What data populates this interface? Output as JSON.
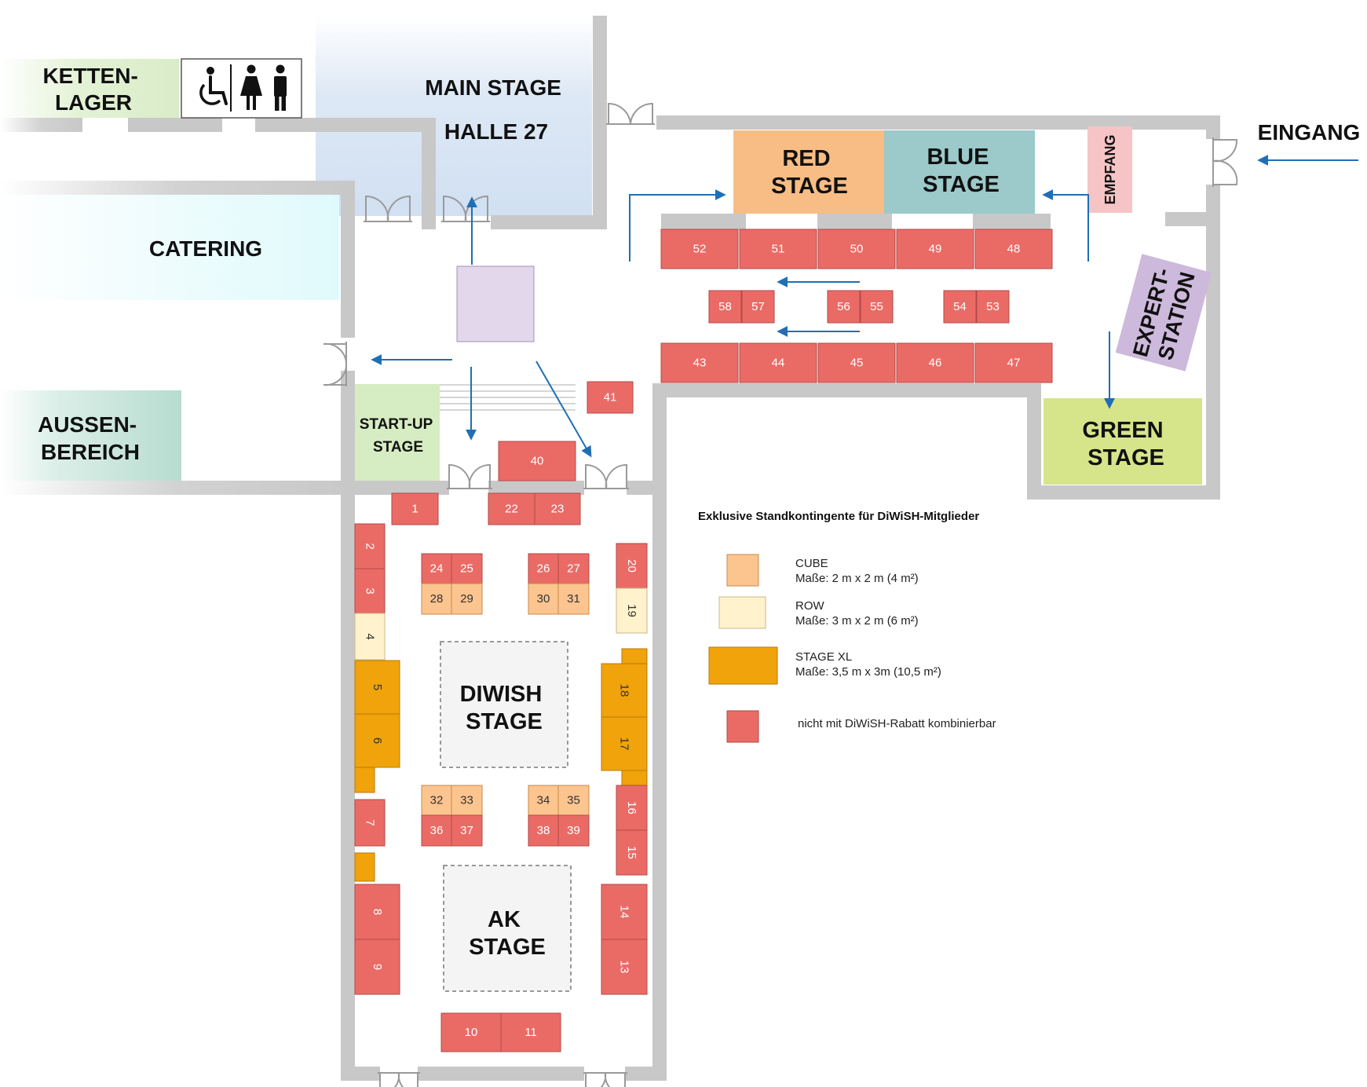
{
  "areas": {
    "kettenlager": [
      "KETTEN-",
      "LAGER"
    ],
    "main_stage": [
      "MAIN STAGE",
      "HALLE 27"
    ],
    "catering": "CATERING",
    "aussenbereich": [
      "AUSSEN-",
      "BEREICH"
    ],
    "eingang": "EINGANG",
    "red_stage": [
      "RED",
      "STAGE"
    ],
    "blue_stage": [
      "BLUE",
      "STAGE"
    ],
    "empfang": "EMPFANG",
    "expert_station": [
      "EXPERT-",
      "STATION"
    ],
    "green_stage": [
      "GREEN",
      "STAGE"
    ],
    "startup_stage": [
      "START-UP",
      "STAGE"
    ],
    "diwish_stage": [
      "DIWISH",
      "STAGE"
    ],
    "ak_stage": [
      "AK",
      "STAGE"
    ]
  },
  "icons": [
    "wheelchair-icon",
    "woman-icon",
    "man-icon",
    "door-icon",
    "arrow-icon"
  ],
  "legend": {
    "title": "Exklusive Standkontingente für DiWiSH-Mitglieder",
    "items": [
      {
        "kind": "cube",
        "name": "CUBE",
        "detail": "Maße: 2 m x 2 m (4 m²)",
        "color": "#fcc48f"
      },
      {
        "kind": "row",
        "name": "ROW",
        "detail": "Maße: 3 m x 2 m (6 m²)",
        "color": "#fff2cc"
      },
      {
        "kind": "stage-xl",
        "name": "STAGE XL",
        "detail": "Maße: 3,5 m x 3m (10,5 m²)",
        "color": "#f0a30a"
      },
      {
        "kind": "red",
        "name": "",
        "detail": "nicht mit DiWiSH-Rabatt kombinierbar",
        "color": "#ea6b66"
      }
    ]
  },
  "colors": {
    "red": "#ea6b66",
    "cube": "#fcc48f",
    "row": "#fff2cc",
    "stage_xl": "#f0a30a",
    "wall": "#c8c8c8",
    "arrow": "#1f6fb5",
    "red_stage": "#f8bd84",
    "blue_stage": "#9cc9c9",
    "green_stage": "#d6e58a",
    "startup_stage": "#d6ecc2",
    "empfang": "#f6c4c4",
    "expert_station": "#cdb9db",
    "main_stage": "#d3e2f3"
  },
  "booths": [
    {
      "id": "52",
      "kind": "red"
    },
    {
      "id": "51",
      "kind": "red"
    },
    {
      "id": "50",
      "kind": "red"
    },
    {
      "id": "49",
      "kind": "red"
    },
    {
      "id": "48",
      "kind": "red"
    },
    {
      "id": "58",
      "kind": "red"
    },
    {
      "id": "57",
      "kind": "red"
    },
    {
      "id": "56",
      "kind": "red"
    },
    {
      "id": "55",
      "kind": "red"
    },
    {
      "id": "54",
      "kind": "red"
    },
    {
      "id": "53",
      "kind": "red"
    },
    {
      "id": "43",
      "kind": "red"
    },
    {
      "id": "44",
      "kind": "red"
    },
    {
      "id": "45",
      "kind": "red"
    },
    {
      "id": "46",
      "kind": "red"
    },
    {
      "id": "47",
      "kind": "red"
    },
    {
      "id": "41",
      "kind": "red"
    },
    {
      "id": "40",
      "kind": "red"
    },
    {
      "id": "1",
      "kind": "red"
    },
    {
      "id": "22",
      "kind": "red"
    },
    {
      "id": "23",
      "kind": "red"
    },
    {
      "id": "2",
      "kind": "red"
    },
    {
      "id": "3",
      "kind": "red"
    },
    {
      "id": "4",
      "kind": "row"
    },
    {
      "id": "5",
      "kind": "stage-xl"
    },
    {
      "id": "6",
      "kind": "stage-xl"
    },
    {
      "id": "",
      "kind": "stage-xl"
    },
    {
      "id": "7",
      "kind": "red"
    },
    {
      "id": "",
      "kind": "stage-xl"
    },
    {
      "id": "8",
      "kind": "red"
    },
    {
      "id": "9",
      "kind": "red"
    },
    {
      "id": "24",
      "kind": "red"
    },
    {
      "id": "25",
      "kind": "red"
    },
    {
      "id": "28",
      "kind": "cube"
    },
    {
      "id": "29",
      "kind": "cube"
    },
    {
      "id": "26",
      "kind": "red"
    },
    {
      "id": "27",
      "kind": "red"
    },
    {
      "id": "30",
      "kind": "cube"
    },
    {
      "id": "31",
      "kind": "cube"
    },
    {
      "id": "32",
      "kind": "cube"
    },
    {
      "id": "33",
      "kind": "cube"
    },
    {
      "id": "36",
      "kind": "red"
    },
    {
      "id": "37",
      "kind": "red"
    },
    {
      "id": "34",
      "kind": "cube"
    },
    {
      "id": "35",
      "kind": "cube"
    },
    {
      "id": "38",
      "kind": "red"
    },
    {
      "id": "39",
      "kind": "red"
    },
    {
      "id": "20",
      "kind": "red"
    },
    {
      "id": "19",
      "kind": "row"
    },
    {
      "id": "",
      "kind": "stage-xl"
    },
    {
      "id": "18",
      "kind": "stage-xl"
    },
    {
      "id": "17",
      "kind": "stage-xl"
    },
    {
      "id": "",
      "kind": "stage-xl"
    },
    {
      "id": "16",
      "kind": "red"
    },
    {
      "id": "15",
      "kind": "red"
    },
    {
      "id": "14",
      "kind": "red"
    },
    {
      "id": "13",
      "kind": "red"
    },
    {
      "id": "10",
      "kind": "red"
    },
    {
      "id": "11",
      "kind": "red"
    }
  ]
}
